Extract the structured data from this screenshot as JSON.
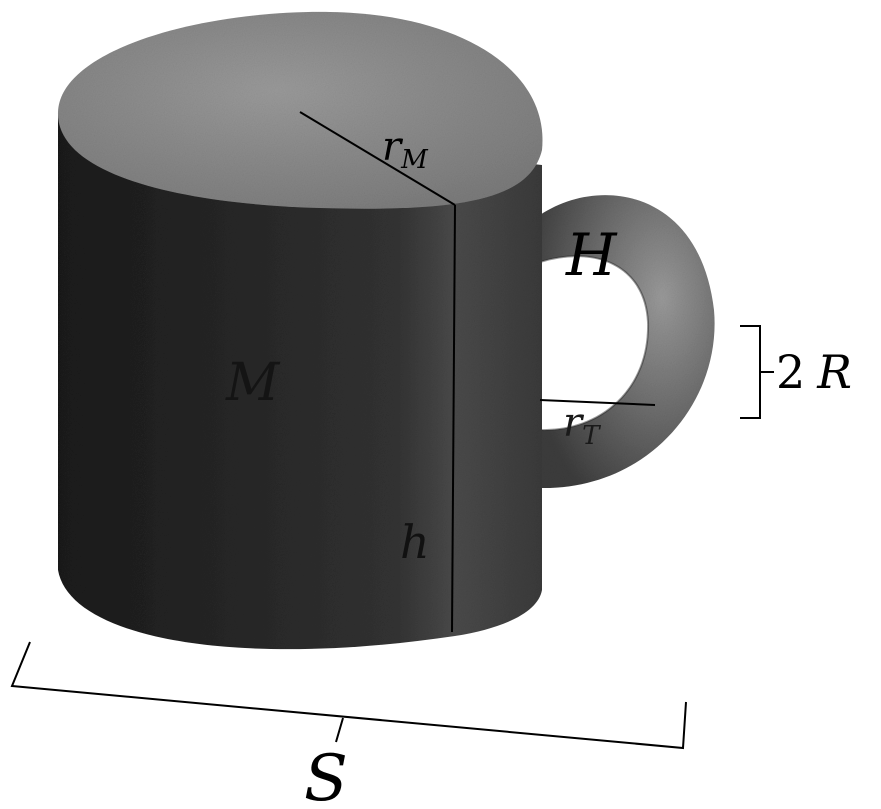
{
  "labels": {
    "mug_radius": "r",
    "mug_radius_sub": "M",
    "handle": "H",
    "mug_body": "M",
    "torus_radius": "r",
    "torus_radius_sub": "T",
    "height": "h",
    "handle_thickness_num": "2",
    "handle_thickness_var": "R",
    "size": "S"
  },
  "colors": {
    "background": "#ffffff",
    "body_dark": "#1e1e1e",
    "body_mid": "#3a3a3a",
    "top_face": "#8a8a8a",
    "handle": "#6a6a6a",
    "lines": "#000000"
  }
}
